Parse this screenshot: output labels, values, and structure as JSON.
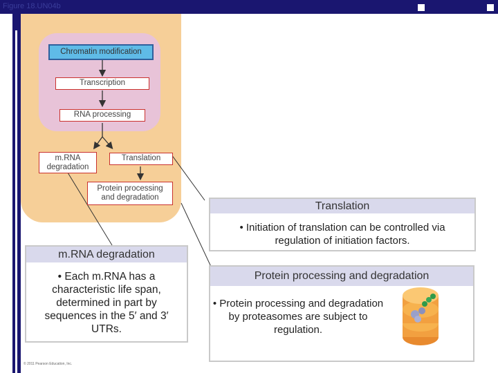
{
  "figure_label": "Figure 18.UN04b",
  "cell_diagram": {
    "steps": {
      "chromatin_modification": "Chromatin modification",
      "transcription": "Transcription",
      "rna_processing": "RNA processing",
      "mrna_degradation": "m.RNA degradation",
      "translation": "Translation",
      "protein_processing": "Protein processing and degradation"
    }
  },
  "panels": {
    "translation": {
      "heading": "Translation",
      "body": "• Initiation of translation can be controlled via regulation of initiation factors."
    },
    "protein_processing": {
      "heading": "Protein processing and degradation",
      "body": "• Protein processing and degradation by proteasomes are subject to regulation."
    },
    "mrna_degradation": {
      "heading": "m.RNA degradation",
      "body": "• Each m.RNA has a characteristic life span, determined in part by sequences in the 5′ and 3′ UTRs."
    }
  },
  "footer": {
    "copyright": "© 2011 Pearson Education, Inc.",
    "mark": "/"
  },
  "colors": {
    "top_bar": "#1a1670",
    "cell": "#f6cf98",
    "nucleus": "#e8c3d8",
    "step_border": "#c9302c",
    "highlight_step": "#5fbbe7",
    "panel_header": "#d9d9ec"
  }
}
